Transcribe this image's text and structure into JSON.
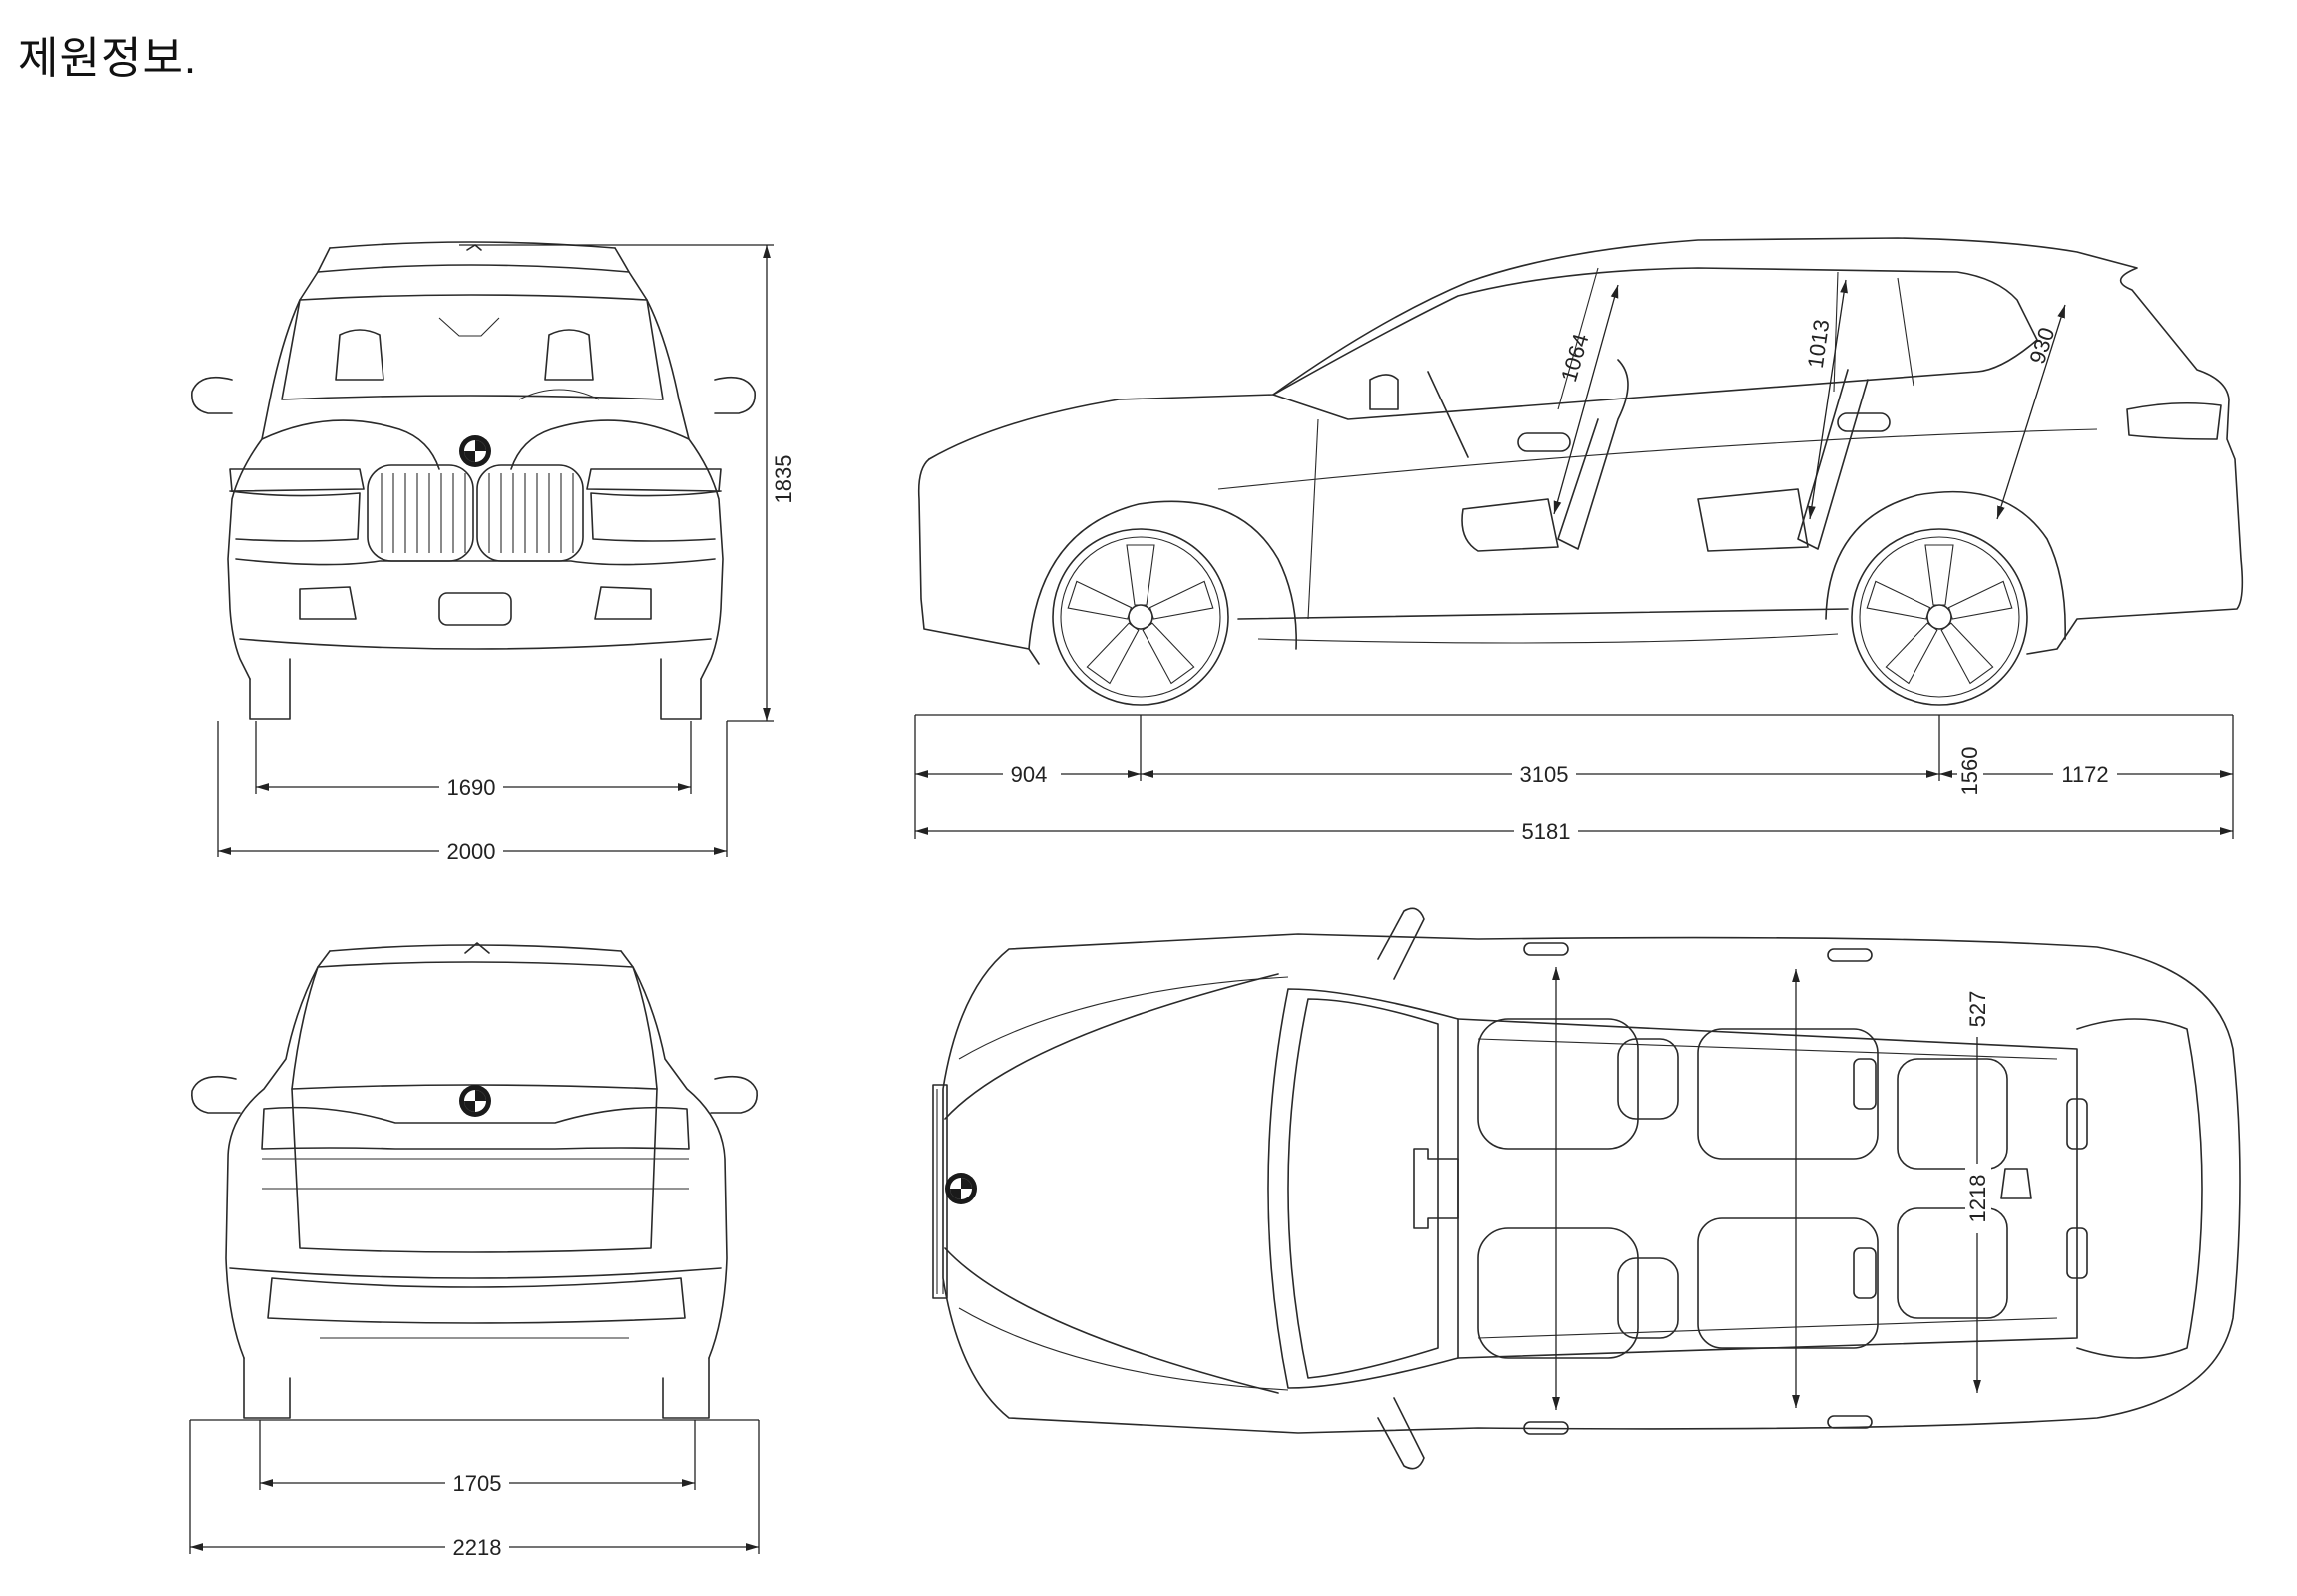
{
  "page": {
    "title": "제원정보."
  },
  "dimensions": {
    "front_height": "1835",
    "front_track": "1690",
    "front_overall_width": "2000",
    "rear_track": "1705",
    "rear_overall_width_mirrors": "2218",
    "front_overhang": "904",
    "wheelbase": "3105",
    "rear_overhang": "1172",
    "overall_length": "5181",
    "side_height_label": "1560",
    "headroom_front": "1064",
    "headroom_second_row": "1013",
    "headroom_third_row": "930",
    "shoulder_width_third_row": "527",
    "interior_width_third_row": "1218"
  }
}
